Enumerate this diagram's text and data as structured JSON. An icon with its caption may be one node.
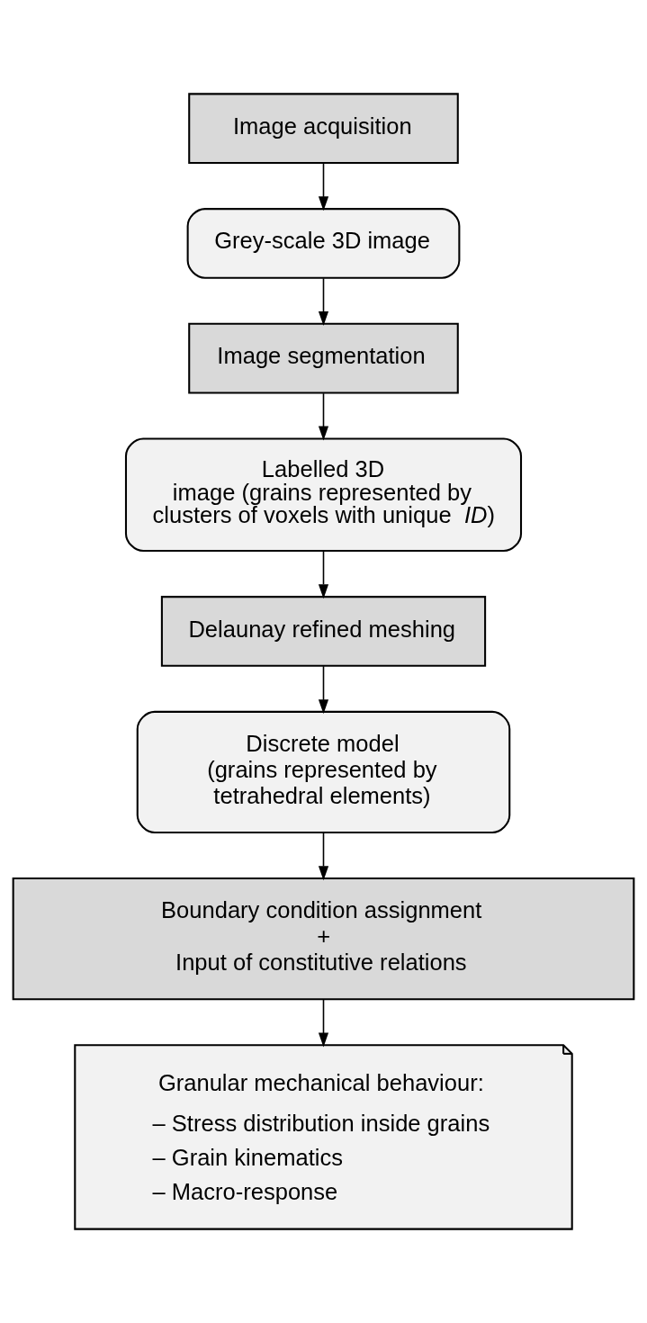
{
  "diagram": {
    "nodes": [
      {
        "text": [
          "Image acquisition"
        ]
      },
      {
        "text": [
          "Grey-scale 3D image"
        ]
      },
      {
        "text": [
          "Image segmentation"
        ]
      },
      {
        "text": [
          "Labelled 3D image (grains represented by clusters of voxels with unique *ID*)"
        ]
      },
      {
        "text": [
          "Delaunay refined meshing"
        ]
      },
      {
        "text": [
          "Discrete model (grains represented by tetrahedral elements)"
        ]
      },
      {
        "text": [
          "Boundary condition assignment + Input of constitutive relations"
        ]
      },
      {
        "text": [
          "Granular mechanical behaviour:",
          "– Stress distribution inside grains",
          "– Grain kinematics",
          "– Macro-response"
        ]
      }
    ],
    "edges": [
      {
        "from": 0,
        "to": 1,
        "arrow": "to"
      },
      {
        "from": 1,
        "to": 2,
        "arrow": "to"
      },
      {
        "from": 2,
        "to": 3,
        "arrow": "to"
      },
      {
        "from": 3,
        "to": 4,
        "arrow": "to"
      },
      {
        "from": 4,
        "to": 5,
        "arrow": "to"
      },
      {
        "from": 5,
        "to": 6,
        "arrow": "to"
      },
      {
        "from": 6,
        "to": 7,
        "arrow": "to"
      }
    ]
  }
}
